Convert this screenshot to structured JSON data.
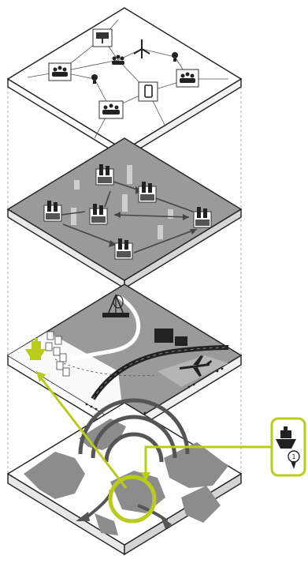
{
  "colors": {
    "accent": "#b8cc1b",
    "dark": "#222222",
    "grey_plate": "#9a9a9a",
    "map_grey": "#8c8c8c",
    "white": "#ffffff"
  },
  "layers": [
    {
      "name": "social-network-layer",
      "icons": [
        "wind-turbine-icon",
        "group-icon",
        "group-icon",
        "group-icon",
        "group-icon",
        "group-icon",
        "tablet-icon",
        "lightbulb-icon",
        "lightbulb-icon",
        "solar-panel-icon"
      ]
    },
    {
      "name": "industrial-cluster-layer",
      "icons": [
        "factory-icon",
        "factory-icon",
        "factory-icon",
        "factory-icon",
        "factory-icon",
        "factory-icon",
        "factory-icon"
      ]
    },
    {
      "name": "port-infrastructure-layer",
      "icons": [
        "oil-rig-icon",
        "airplane-icon",
        "ship-icon",
        "warehouse-icon"
      ]
    },
    {
      "name": "geographic-map-layer",
      "icons": [
        "globe-circle-icon"
      ]
    }
  ],
  "callout": {
    "icon": "ship-ribbon-icon"
  }
}
